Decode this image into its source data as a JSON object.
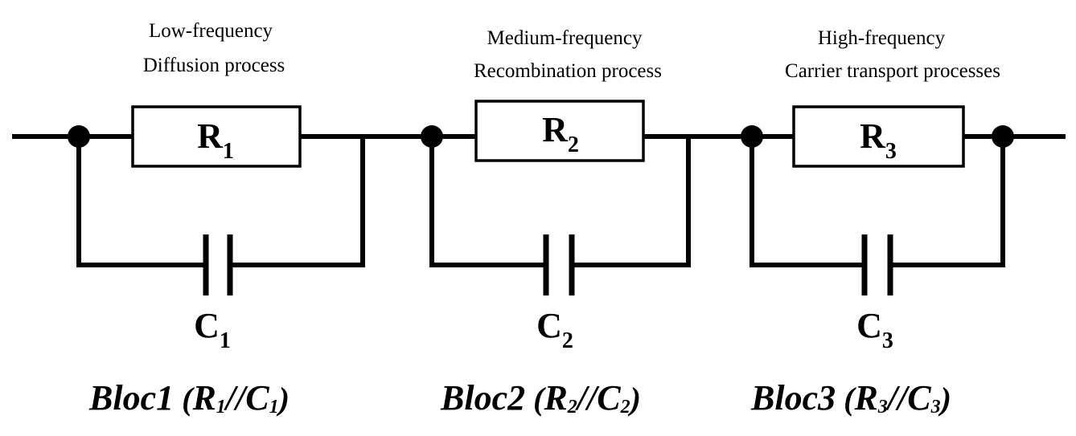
{
  "blocks": [
    {
      "caption_line1": "Low-frequency",
      "caption_line2": "Diffusion process",
      "resistor": {
        "letter": "R",
        "sub": "1"
      },
      "capacitor": {
        "letter": "C",
        "sub": "1"
      },
      "bloc": {
        "name": "Bloc1",
        "open": " (",
        "r": "R",
        "r_sub": "1",
        "sep": "//",
        "c": "C",
        "c_sub": "1",
        "close": ")"
      }
    },
    {
      "caption_line1": "Medium-frequency",
      "caption_line2": "Recombination process",
      "resistor": {
        "letter": "R",
        "sub": "2"
      },
      "capacitor": {
        "letter": "C",
        "sub": "2"
      },
      "bloc": {
        "name": "Bloc2",
        "open": " (",
        "r": "R",
        "r_sub": "2",
        "sep": "//",
        "c": "C",
        "c_sub": "2",
        "close": ")"
      }
    },
    {
      "caption_line1": "High-frequency",
      "caption_line2": "Carrier transport processes",
      "resistor": {
        "letter": "R",
        "sub": "3"
      },
      "capacitor": {
        "letter": "C",
        "sub": "3"
      },
      "bloc": {
        "name": "Bloc3",
        "open": " (",
        "r": "R",
        "r_sub": "3",
        "sep": "//",
        "c": "C",
        "c_sub": "3",
        "close": ")"
      }
    }
  ]
}
